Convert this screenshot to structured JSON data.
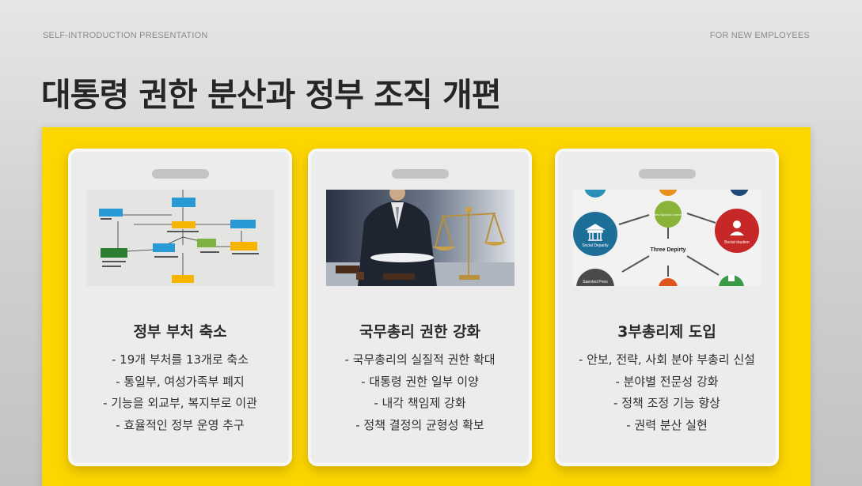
{
  "header": {
    "left_label": "SELF-INTRODUCTION PRESENTATION",
    "right_label": "FOR NEW EMPLOYEES",
    "title": "대통령 권한 분산과 정부 조직 개편"
  },
  "cards": [
    {
      "title": "정부 부처 축소",
      "image_icon": "org-chart-diagram-image",
      "bullets": [
        "- 19개 부처를 13개로 축소",
        "- 통일부, 여성가족부 폐지",
        "- 기능을 외교부, 복지부로 이관",
        "- 효율적인 정부 운영 추구"
      ]
    },
    {
      "title": "국무총리 권한 강화",
      "image_icon": "justice-scales-photo",
      "bullets": [
        "- 국무총리의 실질적 권한 확대",
        "- 대통령 권한 일부 이양",
        "- 내각 책임제 강화",
        "- 정책 결정의 균형성 확보"
      ]
    },
    {
      "title": "3부총리제 도입",
      "image_icon": "three-deputy-diagram-image",
      "bullets": [
        "- 안보, 전략, 사회 분야 부총리 신설",
        "- 분야별 전문성 강화",
        "- 정책 조정 기능 향상",
        "- 권력 분산 실현"
      ]
    }
  ],
  "image3_labels": {
    "center": "Three Depirty",
    "top": "New Special Lesmen",
    "left": "Social Deparily",
    "right": "Bocial dautien",
    "bottom_left": "Saented Pnes"
  },
  "colors": {
    "panel": "#fdd600",
    "title_text": "#262626",
    "card_bg": "#ececec"
  }
}
